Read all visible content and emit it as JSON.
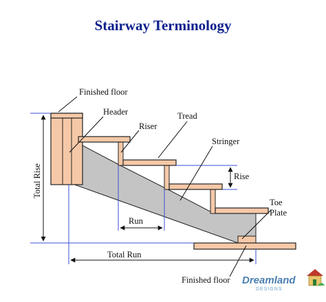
{
  "title": "Stairway Terminology",
  "labels": {
    "finished_floor_top": "Finished floor",
    "header": "Header",
    "riser": "Riser",
    "tread": "Tread",
    "stringer": "Stringer",
    "rise": "Rise",
    "run": "Run",
    "toe_plate_line1": "Toe",
    "toe_plate_line2": "Plate",
    "total_rise": "Total Rise",
    "total_run": "Total Run",
    "finished_floor_bottom": "Finished floor"
  },
  "watermark": {
    "brand": "Dreamland",
    "sub": "DESIGNS"
  },
  "colors": {
    "title": "#0b1f8c",
    "wood": "#f5c9a8",
    "stringer": "#c4c4c4",
    "dimension_line": "#3d4fd6",
    "outline": "#222222"
  }
}
